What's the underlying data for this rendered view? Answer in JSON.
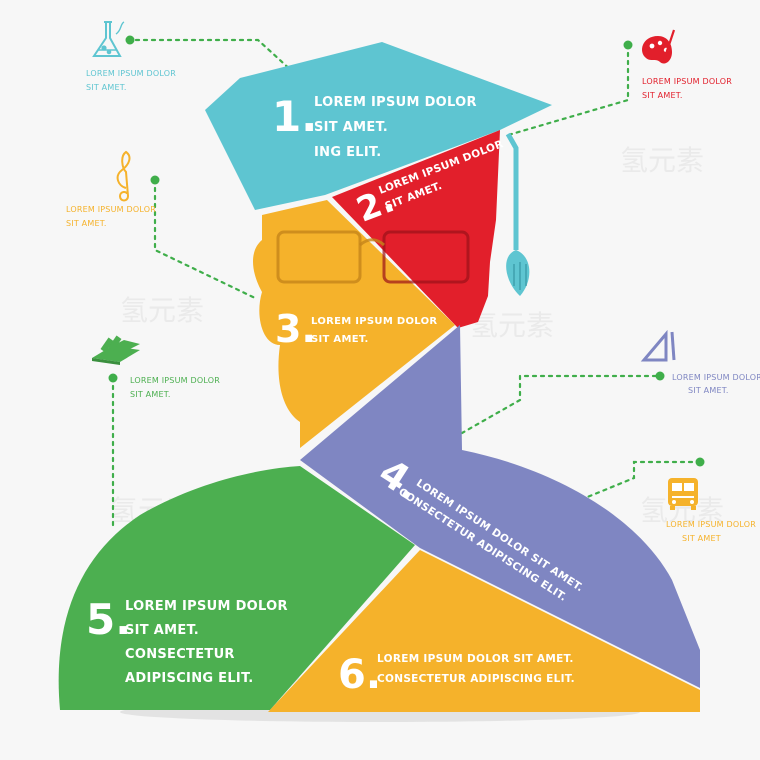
{
  "colors": {
    "cap": "#5ec5d1",
    "red": "#e21f2b",
    "yellow": "#f5b22b",
    "purple": "#7f86c2",
    "green": "#4caf50",
    "orange": "#f5b22b",
    "dotline": "#3fae4a"
  },
  "segments": [
    {
      "number": "1.",
      "lines": [
        "LOREM IPSUM DOLOR",
        "SIT AMET.",
        "ING ELIT."
      ]
    },
    {
      "number": "2.",
      "lines": [
        "LOREM IPSUM DOLOR",
        "SIT AMET."
      ]
    },
    {
      "number": "3.",
      "lines": [
        "LOREM IPSUM DOLOR",
        "SIT AMET."
      ]
    },
    {
      "number": "4.",
      "lines": [
        "LOREM IPSUM DOLOR SIT AMET.",
        "CONSECTETUR ADIPISCING ELIT."
      ]
    },
    {
      "number": "5.",
      "lines": [
        "LOREM IPSUM DOLOR",
        "SIT AMET.",
        "CONSECTETUR",
        "ADIPISCING ELIT."
      ]
    },
    {
      "number": "6.",
      "lines": [
        "LOREM IPSUM DOLOR SIT AMET.",
        "CONSECTETUR ADIPISCING ELIT."
      ]
    }
  ],
  "side_labels": [
    {
      "icon": "flask-icon",
      "lines": [
        "LOREM IPSUM DOLOR",
        "SIT AMET."
      ],
      "color": "#5ec5d1"
    },
    {
      "icon": "palette-icon",
      "lines": [
        "LOREM IPSUM DOLOR",
        "SIT AMET."
      ],
      "color": "#e21f2b"
    },
    {
      "icon": "music-note-icon",
      "lines": [
        "LOREM IPSUM DOLOR",
        "SIT AMET."
      ],
      "color": "#f5b22b"
    },
    {
      "icon": "books-icon",
      "lines": [
        "LOREM IPSUM DOLOR",
        "SIT AMET."
      ],
      "color": "#4caf50"
    },
    {
      "icon": "set-square-icon",
      "lines": [
        "LOREM IPSUM DOLOR",
        "SIT AMET."
      ],
      "color": "#7f86c2"
    },
    {
      "icon": "school-bus-icon",
      "lines": [
        "LOREM IPSUM DOLOR",
        "SIT AMET"
      ],
      "color": "#f5b22b"
    }
  ]
}
